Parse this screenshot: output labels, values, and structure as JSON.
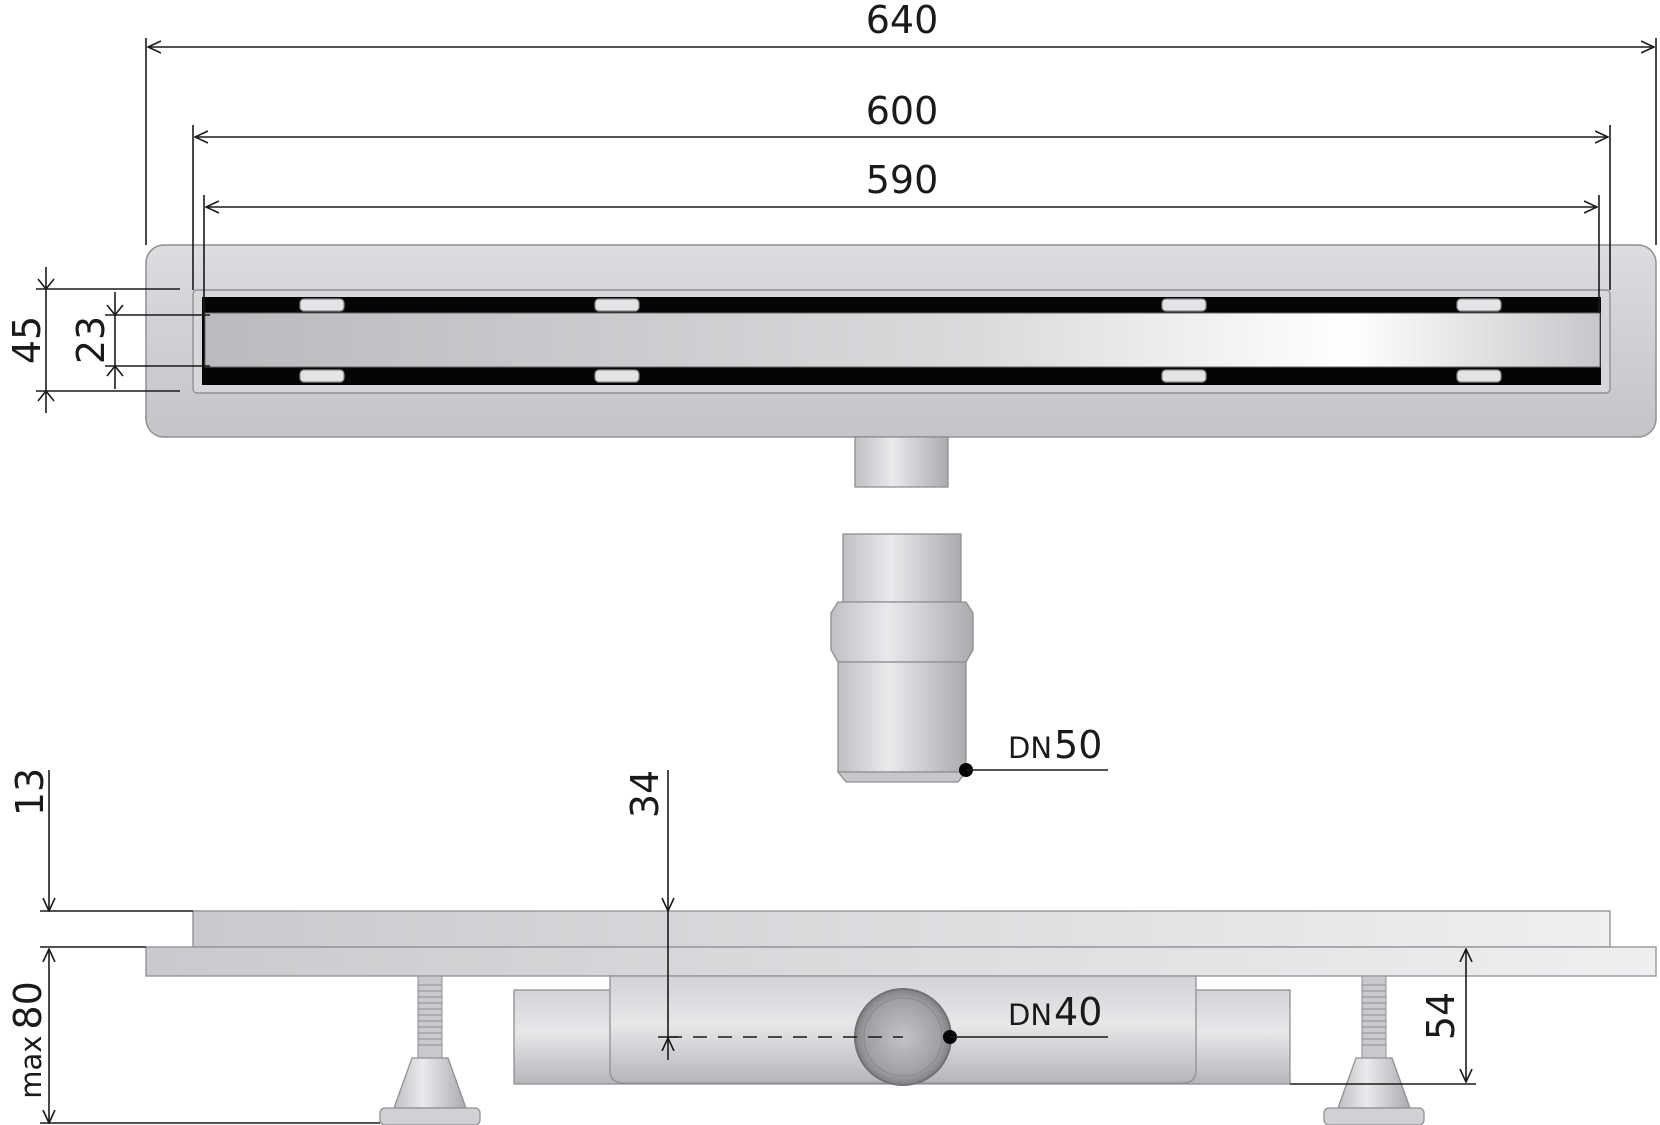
{
  "colors": {
    "line": "#1a1a1a",
    "steel_light": "#e8e9eb",
    "steel_mid": "#c9cacd",
    "steel_dark": "#a3a5a8",
    "slot": "#050505"
  },
  "dimensions": {
    "top": {
      "overall_length": "640",
      "channel_length": "600",
      "grate_length": "590",
      "overall_width": "45",
      "grate_width": "23"
    },
    "side": {
      "grate_thickness": "13",
      "outlet_axis_depth": "34",
      "max_height_prefix": "max",
      "max_height_value": "80",
      "body_height": "54"
    }
  },
  "outlets": {
    "siphon": {
      "prefix": "DN",
      "size": "50"
    },
    "outlet": {
      "prefix": "DN",
      "size": "40"
    }
  }
}
